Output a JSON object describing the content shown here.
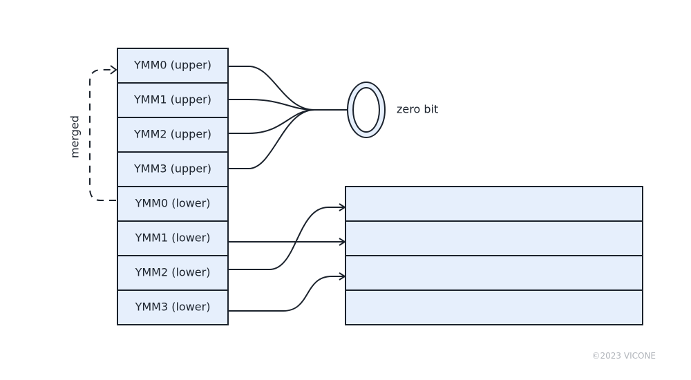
{
  "diagram": {
    "registers": [
      {
        "label": "YMM0 (upper)"
      },
      {
        "label": "YMM1 (upper)"
      },
      {
        "label": "YMM2 (upper)"
      },
      {
        "label": "YMM3 (upper)"
      },
      {
        "label": "YMM0 (lower)"
      },
      {
        "label": "YMM1 (lower)"
      },
      {
        "label": "YMM2 (lower)"
      },
      {
        "label": "YMM3 (lower)"
      }
    ],
    "merged_label": "merged",
    "zero_symbol": "0",
    "zero_label": "zero bit",
    "destination_slots": 4,
    "connections": [
      {
        "from": "YMM0 (upper)",
        "to": "zero bit"
      },
      {
        "from": "YMM1 (upper)",
        "to": "zero bit"
      },
      {
        "from": "YMM2 (upper)",
        "to": "zero bit"
      },
      {
        "from": "YMM3 (upper)",
        "to": "zero bit"
      },
      {
        "from": "YMM0 (lower)",
        "to": "YMM0 (upper)",
        "style": "dashed",
        "label": "merged"
      },
      {
        "from": "YMM1 (lower)",
        "to": "destination slot 2"
      },
      {
        "from": "YMM2 (lower)",
        "to": "destination slot 1"
      },
      {
        "from": "YMM3 (lower)",
        "to": "destination slot 3"
      }
    ],
    "colors": {
      "box_fill": "#e6effc",
      "stroke": "#1b222c",
      "copyright": "#b0b4ba"
    }
  },
  "footer": {
    "copyright": "©2023 VICONE"
  }
}
